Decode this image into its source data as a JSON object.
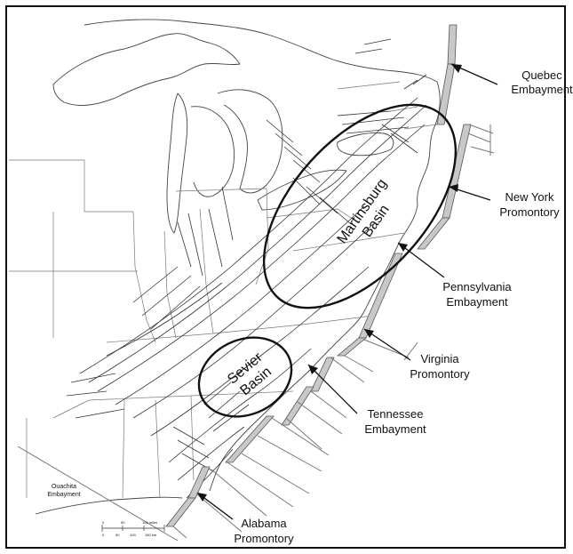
{
  "labels": {
    "quebec": [
      "Quebec",
      "Embayment"
    ],
    "newyork": [
      "New York",
      "Promontory"
    ],
    "pennsylvania": [
      "Pennsylvania",
      "Embayment"
    ],
    "virginia": [
      "Virginia",
      "Promontory"
    ],
    "tennessee": [
      "Tennessee",
      "Embayment"
    ],
    "alabama": [
      "Alabama",
      "Promontory"
    ],
    "ouachita": [
      "Ouachita",
      "Embayment"
    ]
  },
  "basins": {
    "martinsburg": [
      "Martinsburg",
      "Basin"
    ],
    "sevier": [
      "Sevier",
      "Basin"
    ]
  },
  "scale": {
    "miles_ticks": [
      "0",
      "50",
      "100 miles"
    ],
    "km_ticks": [
      "0",
      "50",
      "100",
      "150 km"
    ]
  },
  "colors": {
    "margin_fill": "#c8c8c8",
    "ellipse_stroke": "#111111",
    "map_lines": "#444444"
  }
}
